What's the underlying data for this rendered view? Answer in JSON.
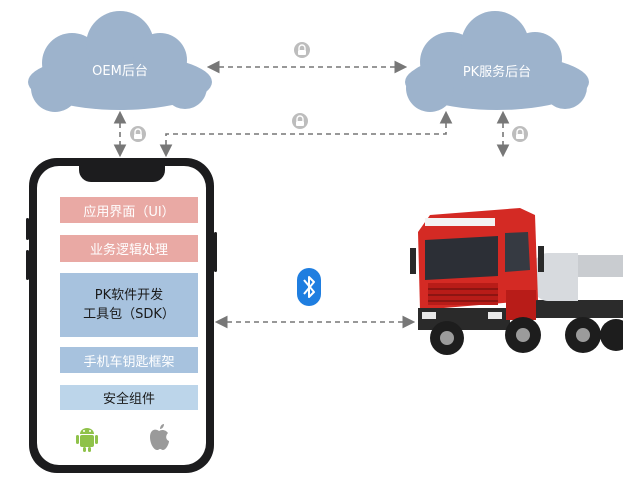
{
  "clouds": {
    "oem": "OEM后台",
    "pk": "PK服务后台"
  },
  "phone": {
    "blocks": [
      "应用界面（UI）",
      "业务逻辑处理",
      "PK软件开发\n工具包（SDK）",
      "手机车钥匙框架",
      "安全组件"
    ]
  },
  "icons": {
    "android": "android-icon",
    "apple": "apple-icon",
    "bluetooth": "bluetooth-icon",
    "lock": "lock-icon"
  },
  "colors": {
    "cloud": "#9db3cc",
    "pink_block": "#e9a9a4",
    "blue_block": "#a7c2de",
    "android": "#8fc24a",
    "apple": "#9a9a9a",
    "bluetooth": "#1f7ee0",
    "truck": "#d42a24"
  }
}
